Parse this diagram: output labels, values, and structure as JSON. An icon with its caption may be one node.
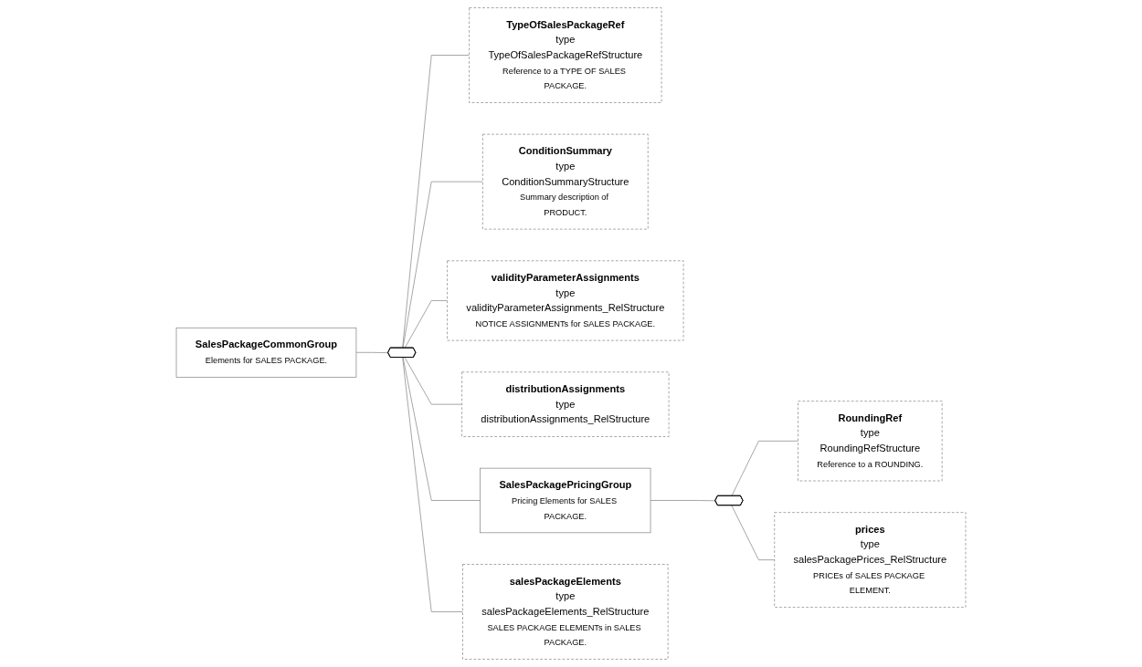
{
  "diagram": {
    "nodes": [
      {
        "text": [
          "SalesPackageCommonGroup",
          "Elements for SALES PACKAGE."
        ]
      },
      {
        "text": [],
        "shape": "hexagon"
      },
      {
        "text": [
          "TypeOfSalesPackageRef",
          "type",
          "TypeOfSalesPackageRefStructure",
          "Reference to a TYPE OF SALES PACKAGE."
        ]
      },
      {
        "text": [
          "ConditionSummary",
          "type",
          "ConditionSummaryStructure",
          "Summary description of PRODUCT."
        ]
      },
      {
        "text": [
          "validityParameterAssignments",
          "type",
          "validityParameterAssignments_RelStructure",
          "NOTICE ASSIGNMENTs for SALES PACKAGE."
        ]
      },
      {
        "text": [
          "distributionAssignments",
          "type",
          "distributionAssignments_RelStructure"
        ]
      },
      {
        "text": [
          "SalesPackagePricingGroup",
          "Pricing Elements for SALES PACKAGE."
        ]
      },
      {
        "text": [],
        "shape": "hexagon"
      },
      {
        "text": [
          "RoundingRef",
          "type",
          "RoundingRefStructure",
          "Reference to a ROUNDING."
        ]
      },
      {
        "text": [
          "prices",
          "type",
          "salesPackagePrices_RelStructure",
          "PRICEs of SALES PACKAGE ELEMENT."
        ]
      },
      {
        "text": [
          "salesPackageElements",
          "type",
          "salesPackageElements_RelStructure",
          "SALES PACKAGE ELEMENTs in SALES PACKAGE."
        ]
      }
    ],
    "edges": [
      {
        "from": 0,
        "to": 1,
        "arrow": "none"
      },
      {
        "from": 1,
        "to": 2,
        "arrow": "none"
      },
      {
        "from": 1,
        "to": 3,
        "arrow": "none"
      },
      {
        "from": 1,
        "to": 4,
        "arrow": "none"
      },
      {
        "from": 1,
        "to": 5,
        "arrow": "none"
      },
      {
        "from": 1,
        "to": 6,
        "arrow": "none"
      },
      {
        "from": 6,
        "to": 7,
        "arrow": "none"
      },
      {
        "from": 7,
        "to": 8,
        "arrow": "none"
      },
      {
        "from": 7,
        "to": 9,
        "arrow": "none"
      },
      {
        "from": 1,
        "to": 10,
        "arrow": "none"
      }
    ]
  }
}
